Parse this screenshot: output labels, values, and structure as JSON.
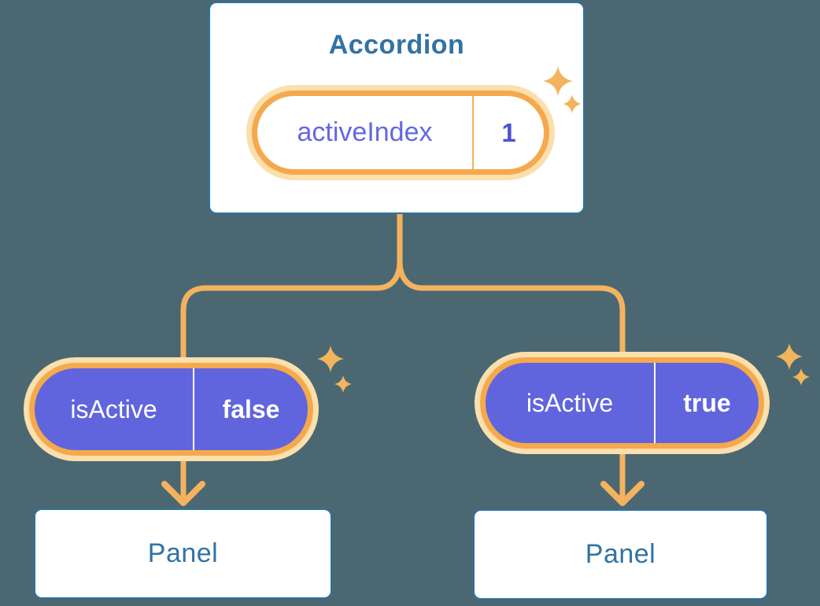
{
  "diagram": {
    "root": {
      "title": "Accordion",
      "state": {
        "name": "activeIndex",
        "value": "1"
      }
    },
    "children": [
      {
        "prop": {
          "name": "isActive",
          "value": "false"
        },
        "panel": {
          "title": "Panel"
        }
      },
      {
        "prop": {
          "name": "isActive",
          "value": "true"
        },
        "panel": {
          "title": "Panel"
        }
      }
    ]
  },
  "icons": {
    "sparkle_root": "sparkle-icon",
    "sparkle_left": "sparkle-icon",
    "sparkle_right": "sparkle-icon"
  },
  "colors": {
    "background": "#4B6872",
    "card_background": "#FFFFFF",
    "card_border": "#2C72A2",
    "heading_text": "#3273A3",
    "connector_line": "#F5B25E",
    "pill_halo": "#FBDFAD",
    "pill_ring": "#F5A94C",
    "pill_fill_purple": "#6065DD",
    "pill_divider_orange": "#F5B158",
    "state_name_text": "#6468E0",
    "state_value_text": "#4D51D8",
    "pill_text_white": "#FFFFFF",
    "sparkle": "#F2B45C"
  }
}
